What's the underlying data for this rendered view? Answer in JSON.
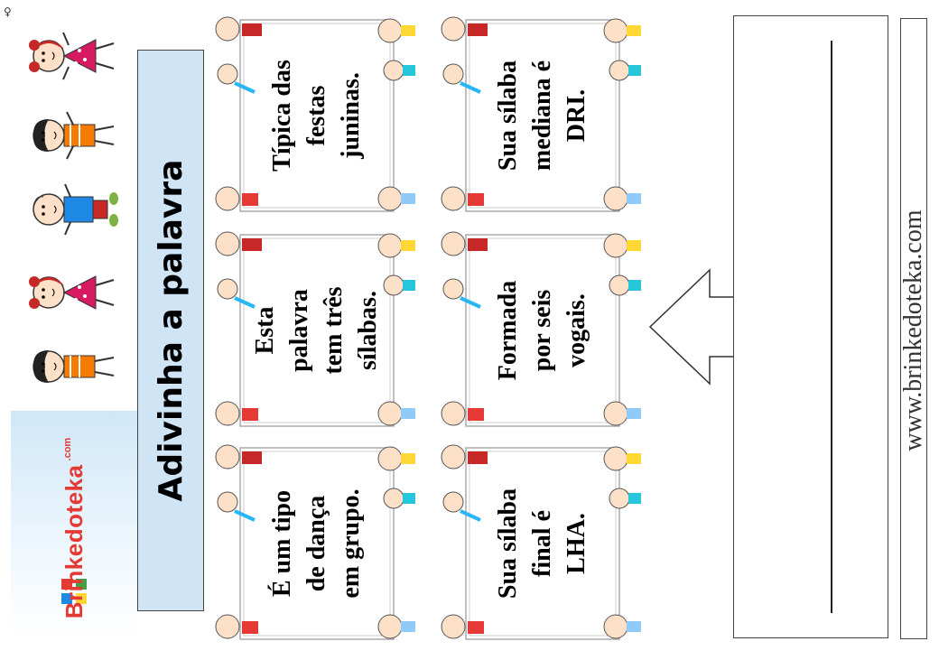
{
  "title": "Adivinha a palavra",
  "website": "www.brinkedoteka.com",
  "logo": {
    "name": "Brinkedoteka",
    "suffix": ".com"
  },
  "riddles": [
    {
      "lines": [
        "Típica das",
        "festas",
        "juninas."
      ]
    },
    {
      "lines": [
        "Sua sílaba",
        "mediana é",
        "DRI."
      ]
    },
    {
      "lines": [
        "Esta",
        "palavra",
        "tem três",
        "sílabas."
      ]
    },
    {
      "lines": [
        "Formada",
        "por seis",
        "vogais."
      ]
    },
    {
      "lines": [
        "É um tipo",
        "de dança",
        "em grupo."
      ]
    },
    {
      "lines": [
        "Sua sílaba",
        "final é",
        "LHA."
      ]
    }
  ],
  "colors": {
    "title_bar": "#cfe5f5",
    "kid_girl_dress": "#d81b60",
    "kid_boy_shirt_orange": "#f57c00",
    "kid_boy_shirt_blue": "#1e88e5",
    "logo_red": "#e53935"
  }
}
